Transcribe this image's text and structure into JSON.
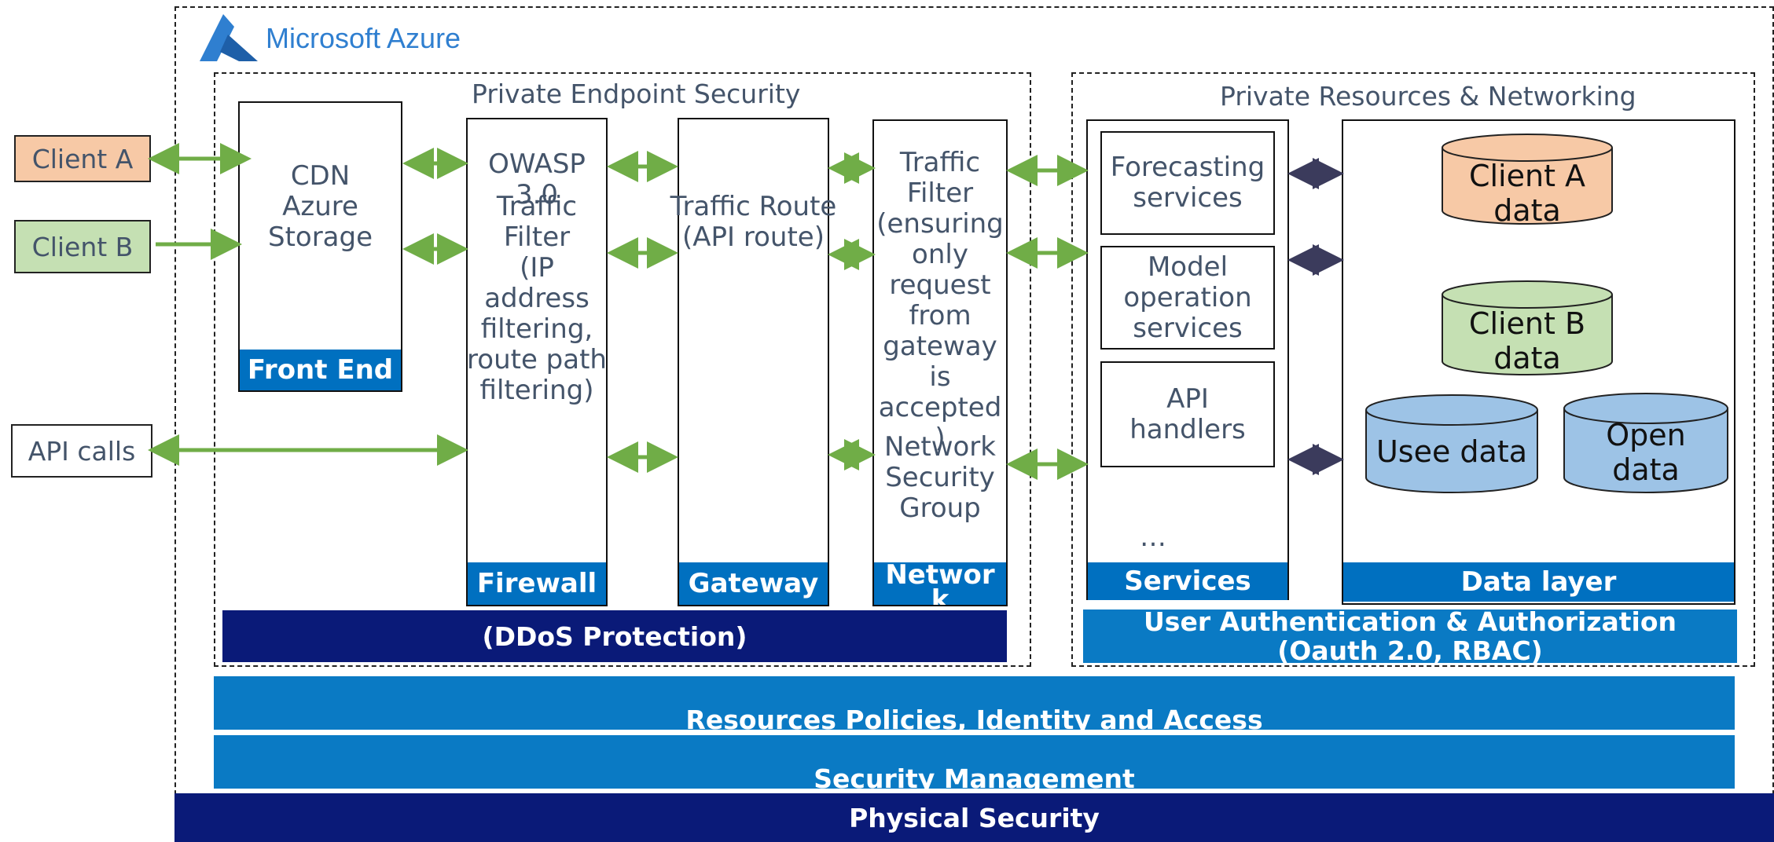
{
  "brand": {
    "name": "Microsoft Azure",
    "logo_icon": "azure-logo-icon",
    "color": "#2f7fd0"
  },
  "clients": {
    "client_a": {
      "label": "Client A",
      "color": "#f7c9a6"
    },
    "client_b": {
      "label": "Client B",
      "color": "#c5e0b3"
    },
    "api_calls": {
      "label": "API calls"
    }
  },
  "private_endpoint": {
    "title": "Private Endpoint Security",
    "front_end": {
      "text": "CDN\nAzure\nStorage",
      "footer": "Front End"
    },
    "firewall": {
      "text_top": "OWASP\n3.0",
      "text_main": "Traffic\nFilter\n(IP\naddress\nfiltering,\nroute path\nfiltering)",
      "footer": "Firewall"
    },
    "gateway": {
      "text": "Traffic Route\n(API route)",
      "footer": "Gateway"
    },
    "network": {
      "text_main": "Traffic\nFilter\n(ensuring\nonly\nrequest\nfrom\ngateway\nis\naccepted\n)",
      "text_lower": "Network\nSecurity\nGroup",
      "footer": "Networ\nk"
    },
    "ddos": "(DDoS Protection)"
  },
  "private_resources": {
    "title": "Private Resources & Networking",
    "services": {
      "items": [
        "Forecasting\nservices",
        "Model\noperation\nservices",
        "API\nhandlers"
      ],
      "more": "…",
      "footer": "Services"
    },
    "data_layer": {
      "items": [
        {
          "label": "Client A\ndata",
          "color": "#f7c9a6"
        },
        {
          "label": "Client B\ndata",
          "color": "#c5e0b3"
        },
        {
          "label": "Usee data",
          "color": "#9dc3e6"
        },
        {
          "label": "Open\ndata",
          "color": "#9dc3e6"
        }
      ],
      "footer": "Data layer"
    },
    "auth": "User Authentication & Authorization\n(Oauth 2.0, RBAC)"
  },
  "layers": {
    "resources": "Resources Policies, Identity and Access\n(Azure Active Directory, Role-based access control)",
    "security_mgmt": "Security Management\n(Monitoring & Log Management, Azure Policiy, Azure Security Center)",
    "physical": "Physical Security"
  },
  "colors": {
    "arrow_green": "#70ad47",
    "arrow_dark": "#3b3b5c",
    "bar_blue": "#0070c0",
    "navy": "#0a1a78"
  }
}
